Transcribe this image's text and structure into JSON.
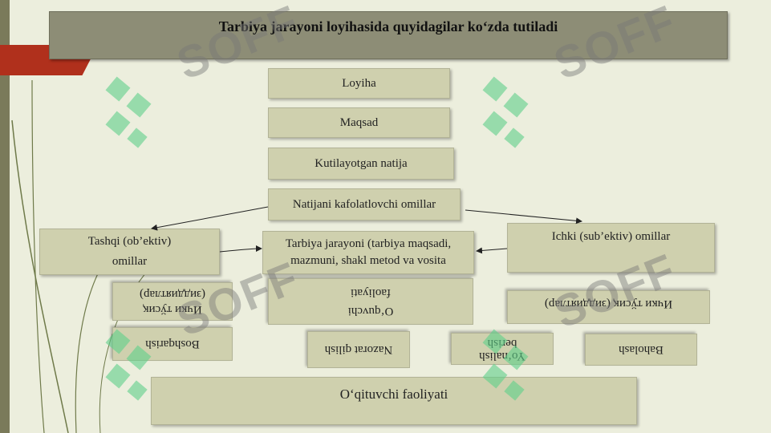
{
  "title": "Tarbiya  jarayoni  loyihasida quyidagilar  ko‘zda tutiladi",
  "chain": {
    "loyiha": "Loyiha",
    "maqsad": "Maqsad",
    "natija": "Kutilayotgan natija",
    "omillar": "Natijani kafolatlovchi omillar"
  },
  "tashqi": {
    "line1": "Tashqi    (ob’ektiv)",
    "line2": "omillar"
  },
  "ichki_omillar": "Ichki  (sub’ektiv) omillar",
  "tarbiya": {
    "line1": "Tarbiya jarayoni (tarbiya maqsadi,",
    "line2": "mazmuni, shakl metod va  vosita"
  },
  "flipped": {
    "ichki_tusiq_left_1": "Ички тўсиқ",
    "ichki_tusiq_left_2": "(зиддиятлар)",
    "oquvchi_1": "O‘quvchi",
    "oquvchi_2": "faoliyati",
    "ichki_tusiq_right": "Ички тўсиқ (зиддиятлар)",
    "boshqarish": "Boshqarish",
    "nazorat": "Nazorat qilish",
    "yonalish_1": "Yo‘nalish",
    "yonalish_2": "berish",
    "baholash": "Baholash"
  },
  "oqituvchi": "O‘qituvchi faoliyati",
  "watermark": "SOFF",
  "colors": {
    "background": "#eceedd",
    "box": "#cfd0ae",
    "header": "#8d8d76",
    "accent": "#b0301c",
    "watermark_icon": "#5fd08a"
  }
}
